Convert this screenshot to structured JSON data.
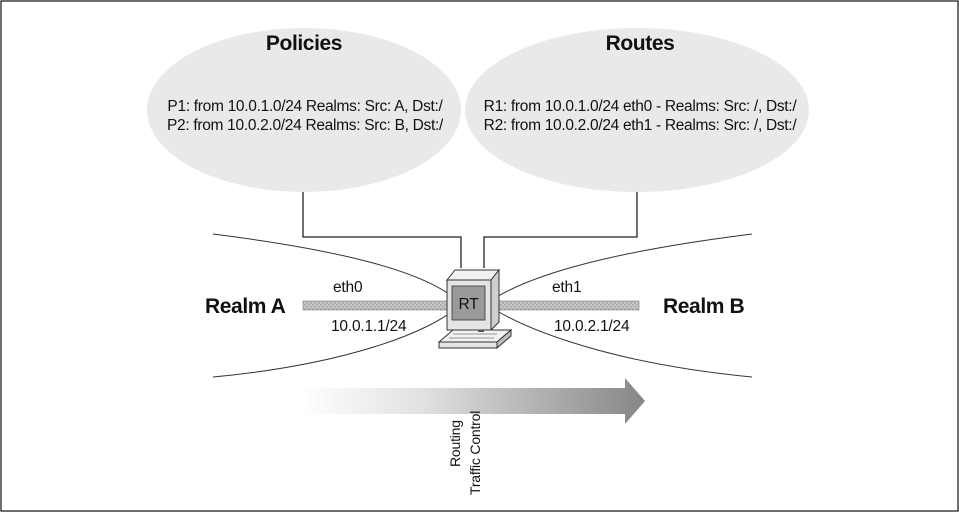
{
  "policies": {
    "title": "Policies",
    "lines": [
      "P1: from 10.0.1.0/24 Realms: Src: A, Dst:/",
      "P2: from 10.0.2.0/24 Realms: Src: B, Dst:/"
    ]
  },
  "routes": {
    "title": "Routes",
    "lines": [
      "R1: from 10.0.1.0/24 eth0 - Realms: Src: /, Dst:/",
      "R2: from 10.0.2.0/24 eth1 - Realms: Src: /, Dst:/"
    ]
  },
  "realm_a": {
    "name": "Realm A",
    "interface": "eth0",
    "address": "10.0.1.1/24"
  },
  "realm_b": {
    "name": "Realm B",
    "interface": "eth1",
    "address": "10.0.2.1/24"
  },
  "router": {
    "label": "RT",
    "icon": "computer-icon"
  },
  "flow": {
    "labels": [
      "Routing",
      "Traffic Control"
    ],
    "icon": "gradient-arrow-icon"
  },
  "colors": {
    "ellipse_fill": "#e9e9e9",
    "link_fill": "#bdbdbd",
    "arrow_start": "#ffffff",
    "arrow_end": "#8a8a8a",
    "frame": "#222222"
  }
}
